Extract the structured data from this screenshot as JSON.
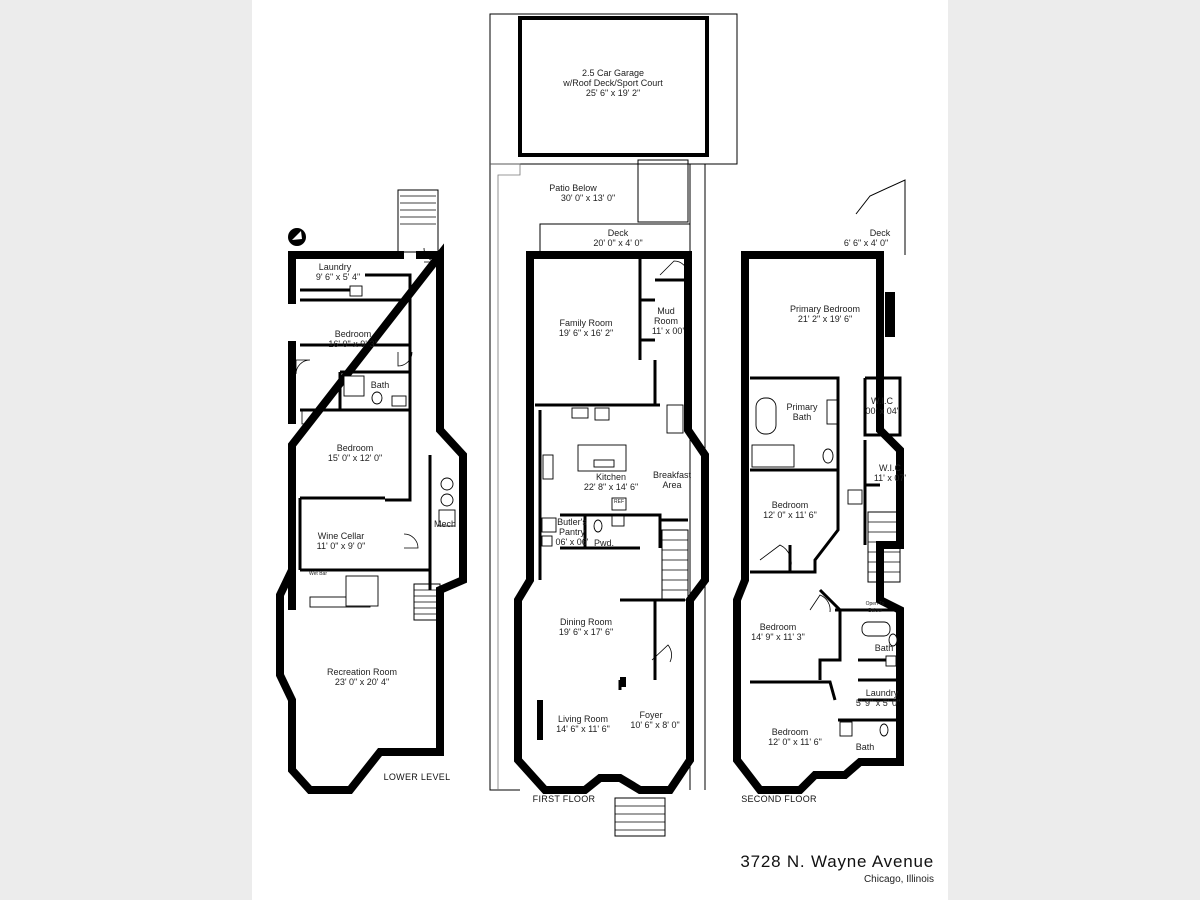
{
  "address": {
    "street": "3728 N. Wayne Avenue",
    "city": "Chicago, Illinois"
  },
  "floors": {
    "lower": {
      "label": "LOWER LEVEL"
    },
    "first": {
      "label": "FIRST FLOOR"
    },
    "second": {
      "label": "SECOND FLOOR"
    }
  },
  "rooms": {
    "garage": {
      "name": "2.5 Car Garage",
      "line2": "w/Roof Deck/Sport Court",
      "dims": "25' 6\" x 19' 2\""
    },
    "patio": {
      "name": "Patio Below",
      "dims": "30' 0\" x 13' 0\""
    },
    "deck_first": {
      "name": "Deck",
      "dims": "20' 0\" x 4' 0\""
    },
    "deck_second": {
      "name": "Deck",
      "dims": "6' 6\" x 4' 0\""
    },
    "laundry_lower": {
      "name": "Laundry",
      "dims": "9' 6\" x 5' 4\""
    },
    "bedroom_lower_1": {
      "name": "Bedroom",
      "dims": "16' 0\" x 9' 3\""
    },
    "bath_lower": {
      "name": "Bath"
    },
    "bedroom_lower_2": {
      "name": "Bedroom",
      "dims": "15' 0\" x 12' 0\""
    },
    "wine_cellar": {
      "name": "Wine Cellar",
      "dims": "11' 0\" x 9' 0\""
    },
    "mech": {
      "name": "Mech"
    },
    "wet_bar": {
      "name": "Wet Bar"
    },
    "recreation": {
      "name": "Recreation Room",
      "dims": "23' 0\" x 20' 4\""
    },
    "family": {
      "name": "Family Room",
      "dims": "19' 6\" x 16' 2\""
    },
    "mud": {
      "name": "Mud",
      "line2": "Room",
      "dims": "11' x 00'"
    },
    "kitchen": {
      "name": "Kitchen",
      "dims": "22' 8\" x 14' 6\""
    },
    "breakfast": {
      "name": "Breakfast",
      "line2": "Area"
    },
    "butlers": {
      "name": "Butler's",
      "line2": "Pantry",
      "dims": "06' x 06'"
    },
    "pwd": {
      "name": "Pwd."
    },
    "ref": {
      "name": "REF"
    },
    "dining": {
      "name": "Dining Room",
      "dims": "19' 6\" x 17' 6\""
    },
    "living": {
      "name": "Living Room",
      "dims": "14' 6\" x 11' 6\""
    },
    "foyer": {
      "name": "Foyer",
      "dims": "10' 6\" x 8' 0\""
    },
    "primary_bed": {
      "name": "Primary Bedroom",
      "dims": "21' 2\" x 19' 6\""
    },
    "primary_bath": {
      "name": "Primary",
      "line2": "Bath"
    },
    "wic_1": {
      "name": "W.I.C",
      "dims": "00' x 04'"
    },
    "wic_2": {
      "name": "W.I.C",
      "dims": "11' x 07'"
    },
    "bedroom_second_1": {
      "name": "Bedroom",
      "dims": "12' 0\" x 11' 6\""
    },
    "open_to_below": {
      "name": "Open To",
      "line2": "Below"
    },
    "bedroom_second_2": {
      "name": "Bedroom",
      "dims": "14' 9\" x 11' 3\""
    },
    "bath_second_1": {
      "name": "Bath"
    },
    "laundry_second": {
      "name": "Laundry",
      "dims": "5' 9\" x 5' 0\""
    },
    "bedroom_second_3": {
      "name": "Bedroom",
      "dims": "12' 0\" x 11' 6\""
    },
    "bath_second_2": {
      "name": "Bath"
    }
  }
}
